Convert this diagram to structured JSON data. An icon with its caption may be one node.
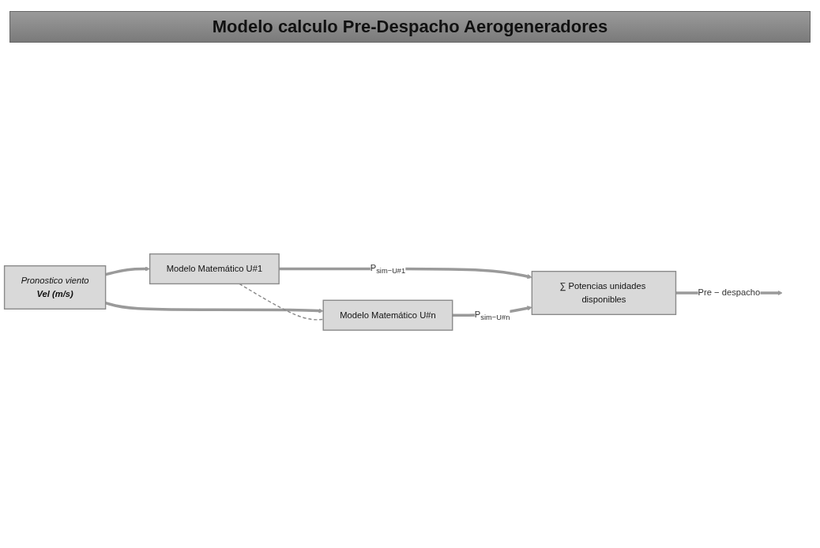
{
  "diagram": {
    "title": "Modelo calculo Pre-Despacho  Aerogeneradores",
    "nodes": [
      {
        "text": [
          "Pronostico viento",
          "Vel (m/s)"
        ]
      },
      {
        "text": [
          "Modelo Matemático U#1"
        ]
      },
      {
        "text": [
          "Modelo Matemático U#n"
        ]
      },
      {
        "text": [
          "∑ Potencias unidades disponibles"
        ]
      }
    ],
    "edges": [
      {
        "from": 0,
        "to": 1,
        "arrow": "to"
      },
      {
        "from": 0,
        "to": 2,
        "arrow": "to"
      },
      {
        "from": 1,
        "to": 2,
        "arrow": "none",
        "style": "dashed"
      },
      {
        "from": 1,
        "to": 3,
        "arrow": "to",
        "label": "P$_{sim−U#1}$"
      },
      {
        "from": 2,
        "to": 3,
        "arrow": "to",
        "label": "P$_{sim−U#n}$"
      },
      {
        "from": 3,
        "to": null,
        "arrow": "to",
        "label": "Pre − despacho"
      }
    ]
  }
}
